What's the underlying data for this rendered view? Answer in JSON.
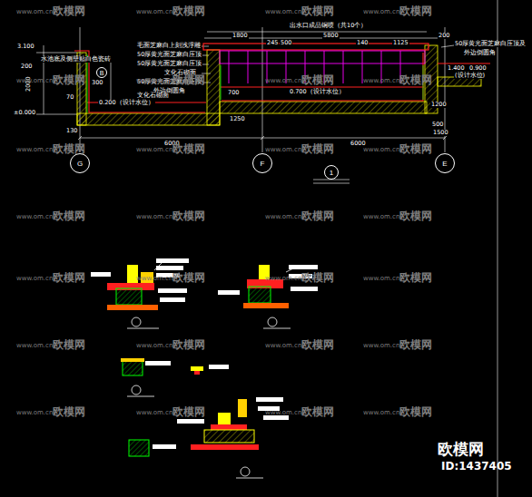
{
  "diagram": {
    "nodes": [
      {
        "text": [
          "G"
        ]
      },
      {
        "text": [
          "F"
        ]
      },
      {
        "text": [
          "E"
        ]
      },
      {
        "text": [
          "1"
        ]
      },
      {
        "text": [
          "B"
        ]
      }
    ],
    "labels": [
      "1800",
      "245",
      "500",
      "出水口成品铜喷（共10个）",
      "5800",
      "140",
      "1125",
      "200",
      "毛面芝麻白上刻浅浮雕",
      "50厚黄光面芝麻白压顶",
      "50厚黄光面芝麻白压顶",
      "文化石砌面",
      "50厚黄光面芝麻白压顶",
      "外边倒圆角",
      "水池底及侧壁贴白色瓷砖",
      "50厚黄光面芝麻白压顶及",
      "外边倒圆角",
      "1.400",
      "0.900",
      "(设计水位)",
      "0.700（设计水位）",
      "0.200（设计水位）",
      "文化石砌面",
      "3.100",
      "±0.000",
      "2000",
      "300",
      "70",
      "130",
      "6000",
      "6000",
      "1250",
      "700",
      "500",
      "1500",
      "200",
      "1200",
      "欧模网",
      "ID:1437405",
      "www.om.cn",
      "欧模网",
      "www.om.cn",
      "欧模网",
      "www.om.cn",
      "欧模网",
      "www.om.cn",
      "欧模网",
      "www.om.cn",
      "欧模网",
      "www.om.cn",
      "欧模网",
      "www.om.cn",
      "欧模网",
      "www.om.cn",
      "欧模网",
      "www.om.cn",
      "欧模网",
      "www.om.cn",
      "欧模网",
      "www.om.cn",
      "欧模网",
      "www.om.cn",
      "欧模网",
      "www.om.cn",
      "欧模网",
      "www.om.cn",
      "欧模网",
      "www.om.cn",
      "欧模网",
      "www.om.cn",
      "欧模网",
      "www.om.cn",
      "欧模网",
      "www.om.cn",
      "欧模网",
      "www.om.cn",
      "欧模网",
      "www.om.cn",
      "欧模网",
      "www.om.cn",
      "欧模网",
      "www.om.cn",
      "欧模网",
      "www.om.cn",
      "欧模网",
      "www.om.cn",
      "欧模网",
      "www.om.cn",
      "欧模网",
      "www.om.cn",
      "欧模网",
      "www.om.cn",
      "欧模网",
      "www.om.cn",
      "欧模网"
    ]
  }
}
